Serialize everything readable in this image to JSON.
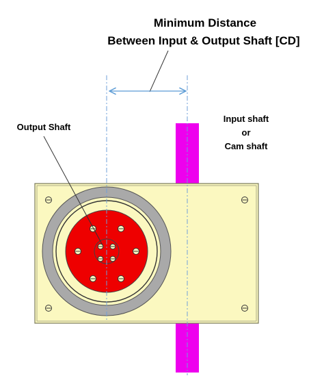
{
  "title": {
    "line1": "Minimum Distance",
    "line2": "Between Input & Output Shaft [CD]"
  },
  "labels": {
    "output_shaft": "Output Shaft",
    "input_shaft_line1": "Input shaft",
    "input_shaft_line2": "or",
    "input_shaft_line3": "Cam shaft"
  },
  "colors": {
    "housing_fill": "#fbf8c0",
    "housing_stroke": "#7a7a5a",
    "shaft_magenta": "#ee00ee",
    "bearing_gray": "#a9a9a9",
    "flange_red": "#ee0000",
    "centerline_blue": "#6f9fd8",
    "dimension_blue": "#5b9bd5"
  }
}
